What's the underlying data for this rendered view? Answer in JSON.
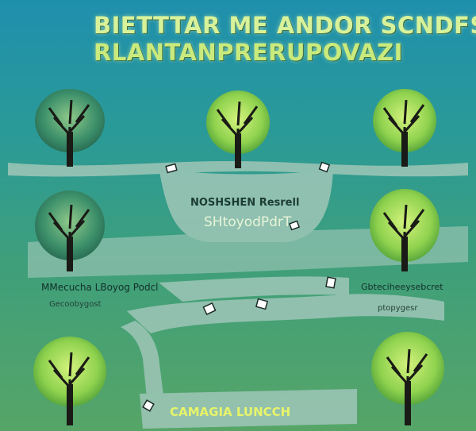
{
  "title": {
    "line1": "BIETTTAR ME ANDOR SCNDFS",
    "line2": "RLANTANPRERUPOVAZI"
  },
  "basin": {
    "label_line1": "NOSHSHEN Resrell",
    "label_line2": "SHtoyodPdrT"
  },
  "left_branch": {
    "label_line1": "MMecucha LBoyog Podcl",
    "label_line2": "Gecoobygost"
  },
  "right_branch": {
    "label_line1": "Gbteciheeysebcret",
    "label_line2": "ptopygesr"
  },
  "bottom": {
    "label": "CAMAGIA LUNCCH"
  },
  "colors": {
    "background_top": "#1f8fae",
    "background_bottom": "#56a567",
    "stream": "#9cc5b6",
    "tree_trunk": "#1a1a16",
    "foliage_dark": "#2f7d5e",
    "foliage_light": "#8fd24e",
    "title_text": "#d8f29a",
    "accent_label": "#e8f46a"
  },
  "icons": [
    "tree-icon",
    "arrow-marker-icon"
  ]
}
